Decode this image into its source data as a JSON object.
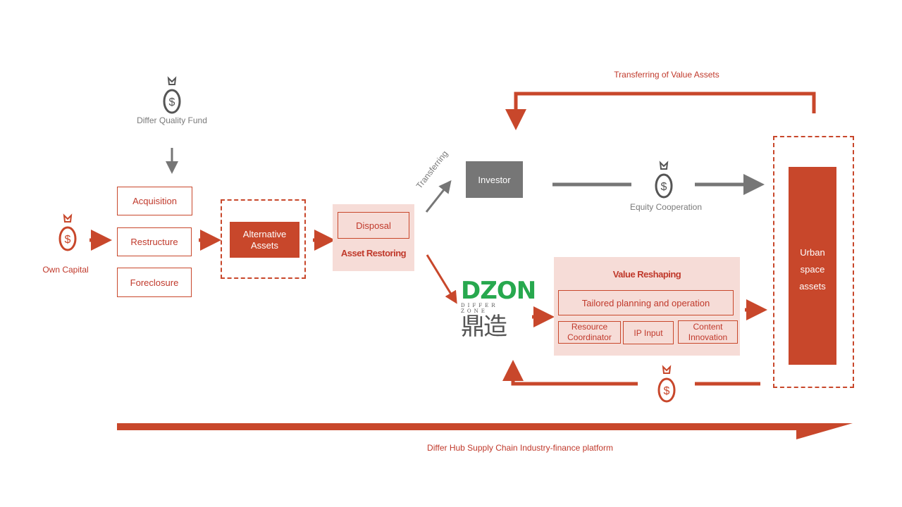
{
  "colors": {
    "accent_red": "#c8472b",
    "text_red": "#c0392b",
    "gray": "#767676",
    "pink_panel": "#f6dcd7",
    "dzon_green": "#27a84e",
    "dzon_yellow": "#e4e23a"
  },
  "fund": {
    "icon": "money-bag-icon",
    "label": "Differ Quality Fund"
  },
  "own_capital": {
    "icon": "money-bag-icon",
    "label": "Own Capital"
  },
  "methods": [
    {
      "label": "Acquisition"
    },
    {
      "label": "Restructure"
    },
    {
      "label": "Foreclosure"
    }
  ],
  "alternative_assets": {
    "label_line1": "Alternative",
    "label_line2": "Assets"
  },
  "asset_restoring": {
    "inner": "Disposal",
    "title": "Asset Restoring"
  },
  "transferring": {
    "label": "Transferring"
  },
  "investor": {
    "label": "Investor"
  },
  "equity": {
    "icon": "money-bag-icon",
    "label": "Equity Cooperation"
  },
  "top_loop": {
    "label": "Transferring of Value Assets"
  },
  "dzon_logo": {
    "mark": "DZON",
    "subtitle": "DIFFER ZONE",
    "chinese": "鼎造"
  },
  "value_reshaping": {
    "title": "Value Reshaping",
    "main_item": "Tailored planning and operation",
    "sub_items": [
      {
        "line1": "Resource",
        "line2": "Coordinator"
      },
      {
        "line1": "IP Input",
        "line2": ""
      },
      {
        "line1": "Content",
        "line2": "Innovation"
      }
    ]
  },
  "urban_assets": {
    "line1": "Urban",
    "line2": "space",
    "line3": "assets"
  },
  "return_loop": {
    "icon": "money-bag-icon"
  },
  "platform": {
    "label": "Differ Hub Supply Chain Industry-finance platform"
  }
}
